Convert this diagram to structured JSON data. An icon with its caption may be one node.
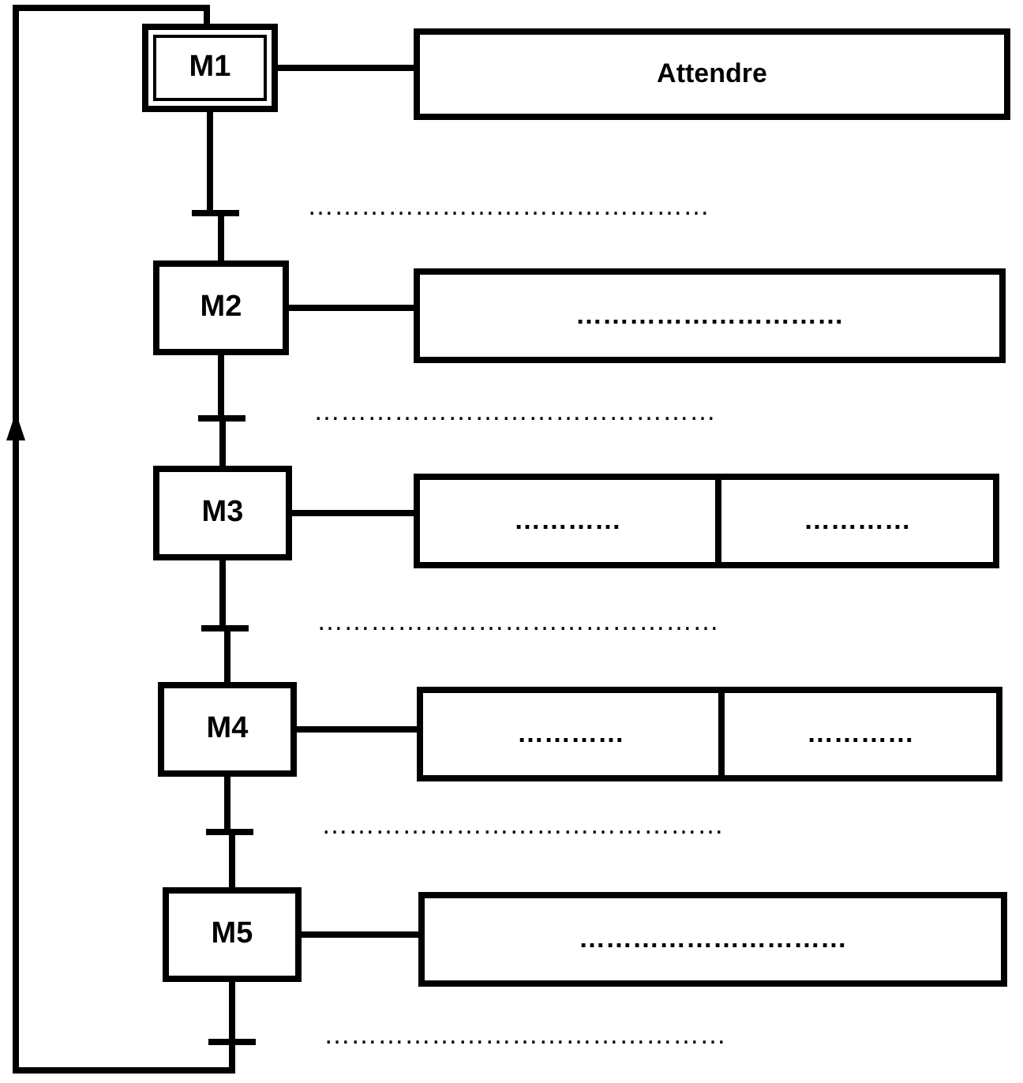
{
  "diagram": {
    "nodes": [
      {
        "text": [
          "M1"
        ]
      },
      {
        "text": [
          "Attendre"
        ]
      },
      {
        "text": [
          "M2"
        ]
      },
      {
        "text": [
          "…………………………"
        ]
      },
      {
        "text": [
          "M3"
        ]
      },
      {
        "text": [
          "…………"
        ]
      },
      {
        "text": [
          "…………"
        ]
      },
      {
        "text": [
          "M4"
        ]
      },
      {
        "text": [
          "…………"
        ]
      },
      {
        "text": [
          "…………"
        ]
      },
      {
        "text": [
          "M5"
        ]
      },
      {
        "text": [
          "…………………………"
        ]
      }
    ],
    "edges": [
      {
        "from": 0,
        "to": 1,
        "arrow": "none"
      },
      {
        "from": 0,
        "to": 2,
        "arrow": "none",
        "label": "………………………………………"
      },
      {
        "from": 2,
        "to": 3,
        "arrow": "none"
      },
      {
        "from": 2,
        "to": 4,
        "arrow": "none",
        "label": "………………………………………"
      },
      {
        "from": 4,
        "to": 5,
        "arrow": "none"
      },
      {
        "from": 4,
        "to": 7,
        "arrow": "none",
        "label": "………………………………………"
      },
      {
        "from": 7,
        "to": 8,
        "arrow": "none"
      },
      {
        "from": 7,
        "to": 10,
        "arrow": "none",
        "label": "………………………………………"
      },
      {
        "from": 10,
        "to": 11,
        "arrow": "none"
      },
      {
        "from": 10,
        "to": 0,
        "arrow": "to",
        "label": "………………………………………"
      }
    ]
  }
}
